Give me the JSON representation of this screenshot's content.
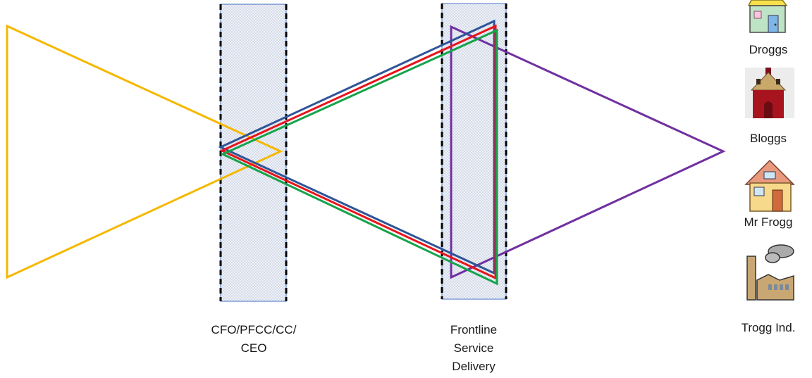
{
  "columns": [
    {
      "label": "CFO/PFCC/CC/\nCEO"
    },
    {
      "label": "Frontline\nService\nDelivery"
    }
  ],
  "entities": [
    {
      "label": "Droggs",
      "icon": "cartoon-house-icon"
    },
    {
      "label": "Bloggs",
      "icon": "red-house-icon"
    },
    {
      "label": "Mr Frogg",
      "icon": "cottage-house-icon"
    },
    {
      "label": "Trogg Ind.",
      "icon": "factory-icon"
    }
  ],
  "colors": {
    "gold": "#F5B800",
    "blue": "#2F5597",
    "red": "#E8141B",
    "green": "#16A34A",
    "purple": "#7030A0",
    "band_border": "#4472C4",
    "band_fill": "#D6DCE8"
  }
}
